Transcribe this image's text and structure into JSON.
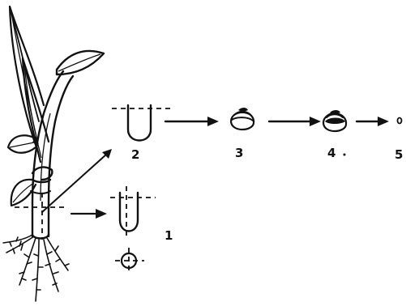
{
  "labels": {
    "step_1": "1",
    "step_2": "2",
    "step_3": "3",
    "step_4": "4",
    "step_5": "5"
  },
  "colors": {
    "ink": "#111111",
    "background": "#ffffff"
  }
}
